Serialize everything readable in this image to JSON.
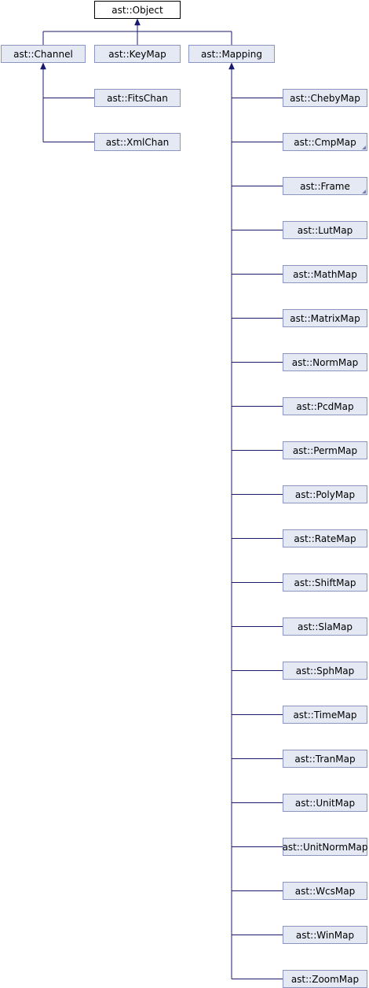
{
  "root": {
    "label": "ast::Object"
  },
  "level1": [
    {
      "id": "channel",
      "label": "ast::Channel"
    },
    {
      "id": "keymap",
      "label": "ast::KeyMap"
    },
    {
      "id": "mapping",
      "label": "ast::Mapping"
    }
  ],
  "channel_children": [
    {
      "id": "fitschan",
      "label": "ast::FitsChan"
    },
    {
      "id": "xmlchan",
      "label": "ast::XmlChan"
    }
  ],
  "mapping_children": [
    {
      "id": "chebymap",
      "label": "ast::ChebyMap",
      "has_more": false
    },
    {
      "id": "cmpmap",
      "label": "ast::CmpMap",
      "has_more": true
    },
    {
      "id": "frame",
      "label": "ast::Frame",
      "has_more": true
    },
    {
      "id": "lutmap",
      "label": "ast::LutMap",
      "has_more": false
    },
    {
      "id": "mathmap",
      "label": "ast::MathMap",
      "has_more": false
    },
    {
      "id": "matrixmap",
      "label": "ast::MatrixMap",
      "has_more": false
    },
    {
      "id": "normmap",
      "label": "ast::NormMap",
      "has_more": false
    },
    {
      "id": "pcdmap",
      "label": "ast::PcdMap",
      "has_more": false
    },
    {
      "id": "permmap",
      "label": "ast::PermMap",
      "has_more": false
    },
    {
      "id": "polymap",
      "label": "ast::PolyMap",
      "has_more": false
    },
    {
      "id": "ratemap",
      "label": "ast::RateMap",
      "has_more": false
    },
    {
      "id": "shiftmap",
      "label": "ast::ShiftMap",
      "has_more": false
    },
    {
      "id": "slamap",
      "label": "ast::SlaMap",
      "has_more": false
    },
    {
      "id": "sphmap",
      "label": "ast::SphMap",
      "has_more": false
    },
    {
      "id": "timemap",
      "label": "ast::TimeMap",
      "has_more": false
    },
    {
      "id": "tranmap",
      "label": "ast::TranMap",
      "has_more": false
    },
    {
      "id": "unitmap",
      "label": "ast::UnitMap",
      "has_more": false
    },
    {
      "id": "unitnormmap",
      "label": "ast::UnitNormMap",
      "has_more": false
    },
    {
      "id": "wcsmap",
      "label": "ast::WcsMap",
      "has_more": false
    },
    {
      "id": "winmap",
      "label": "ast::WinMap",
      "has_more": false
    },
    {
      "id": "zoommap",
      "label": "ast::ZoomMap",
      "has_more": false
    }
  ],
  "colors": {
    "edge": "#191970",
    "node_fill": "#e5e9f4",
    "node_border": "#8a96c0",
    "root_border": "#000000"
  }
}
